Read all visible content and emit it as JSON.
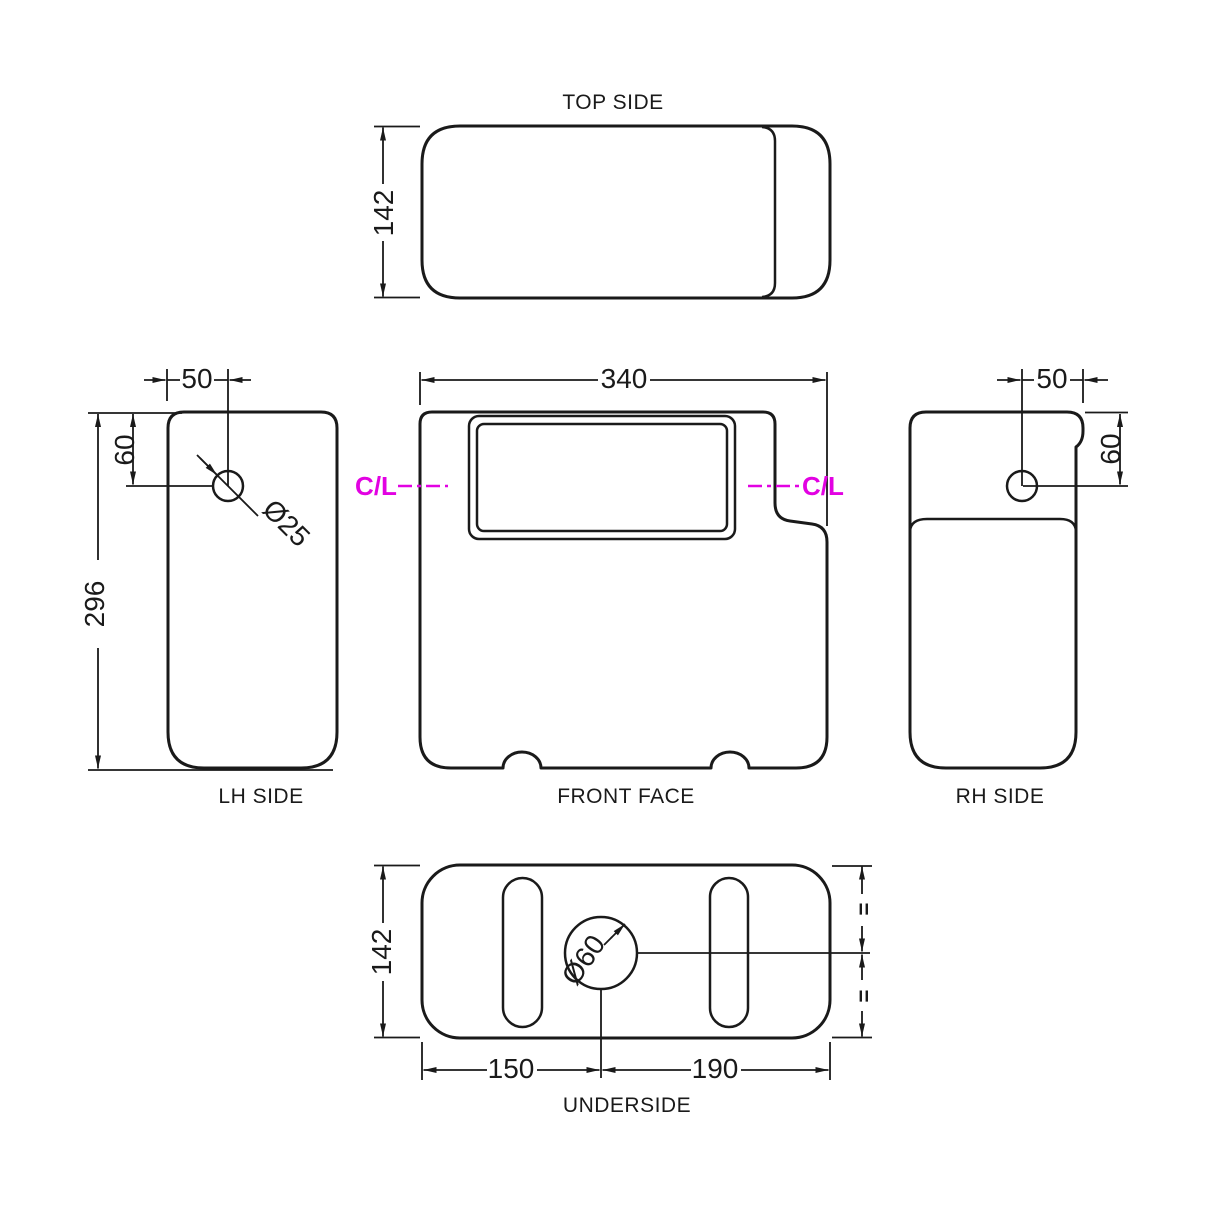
{
  "colors": {
    "line_color": "#1a1a1a",
    "centerline_color": "#e202e2"
  },
  "views": {
    "top_side": {
      "label": "TOP SIDE",
      "depth_dim": "142"
    },
    "lh_side": {
      "label": "LH SIDE",
      "hole_offset_horizontal": "50",
      "hole_offset_vertical": "60",
      "height_dim": "296",
      "hole_diameter": "Ø25"
    },
    "front_face": {
      "label": "FRONT FACE",
      "width_dim": "340",
      "centerline_left": "C/L",
      "centerline_right": "C/L"
    },
    "rh_side": {
      "label": "RH SIDE",
      "hole_offset_horizontal": "50",
      "hole_offset_vertical": "60"
    },
    "underside": {
      "label": "UNDERSIDE",
      "depth_dim": "142",
      "hole_offset_left": "150",
      "hole_offset_right": "190",
      "hole_diameter": "Ø60",
      "equal_mark_top": "=",
      "equal_mark_bottom": "="
    }
  }
}
